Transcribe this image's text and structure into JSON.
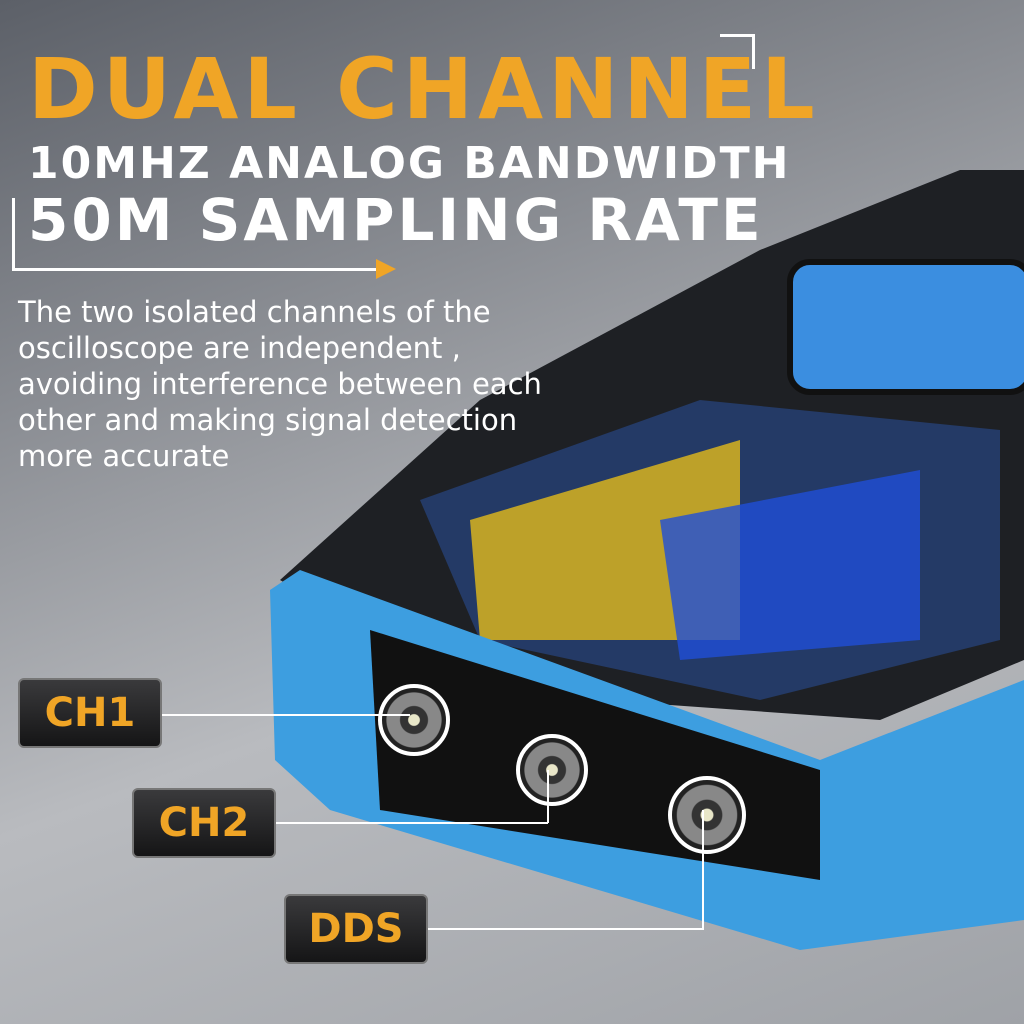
{
  "headline": {
    "line1": "DUAL CHANNEL",
    "line2": "10MHZ ANALOG BANDWIDTH",
    "line3": "50M SAMPLING RATE"
  },
  "description": "The two isolated channels of the oscilloscope are independent , avoiding interference between each other and making signal detection more accurate",
  "labels": {
    "ch1": "CH1",
    "ch2": "CH2",
    "dds": "DDS"
  },
  "colors": {
    "accent": "#f0a526",
    "device_blue": "#3d9ee0",
    "body": "#1e2024"
  }
}
